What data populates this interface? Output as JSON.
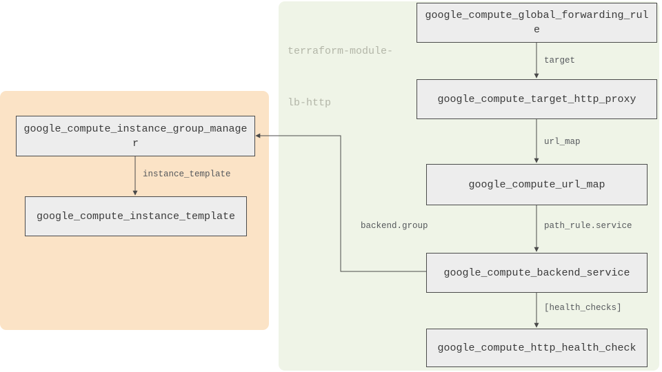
{
  "cluster": {
    "title_lines": [
      "terraform-module-",
      "lb-http"
    ]
  },
  "nodes": {
    "global_forwarding_rule": {
      "label": "google_compute_global_forwarding_rule"
    },
    "target_http_proxy": {
      "label": "google_compute_target_http_proxy"
    },
    "url_map": {
      "label": "google_compute_url_map"
    },
    "backend_service": {
      "label": "google_compute_backend_service"
    },
    "http_health_check": {
      "label": "google_compute_http_health_check"
    },
    "instance_group_manager": {
      "label": "google_compute_instance_group_manager"
    },
    "instance_template": {
      "label": "google_compute_instance_template"
    }
  },
  "edges": {
    "target": "target",
    "url_map": "url_map",
    "path_rule_service": "path_rule.service",
    "health_checks": "[health_checks]",
    "backend_group": "backend.group",
    "instance_template": "instance_template"
  },
  "colors": {
    "module_cluster_bg": "#eff4e7",
    "instance_cluster_bg": "#fbe3c6",
    "node_fill": "#ededed",
    "node_border": "#4a4a4a",
    "edge_line": "#4a4a4a",
    "edge_label_text": "#55585c",
    "node_text": "#3a3a3a",
    "cluster_title_text": "#b3b6a8",
    "page_bg": "#ffffff"
  }
}
